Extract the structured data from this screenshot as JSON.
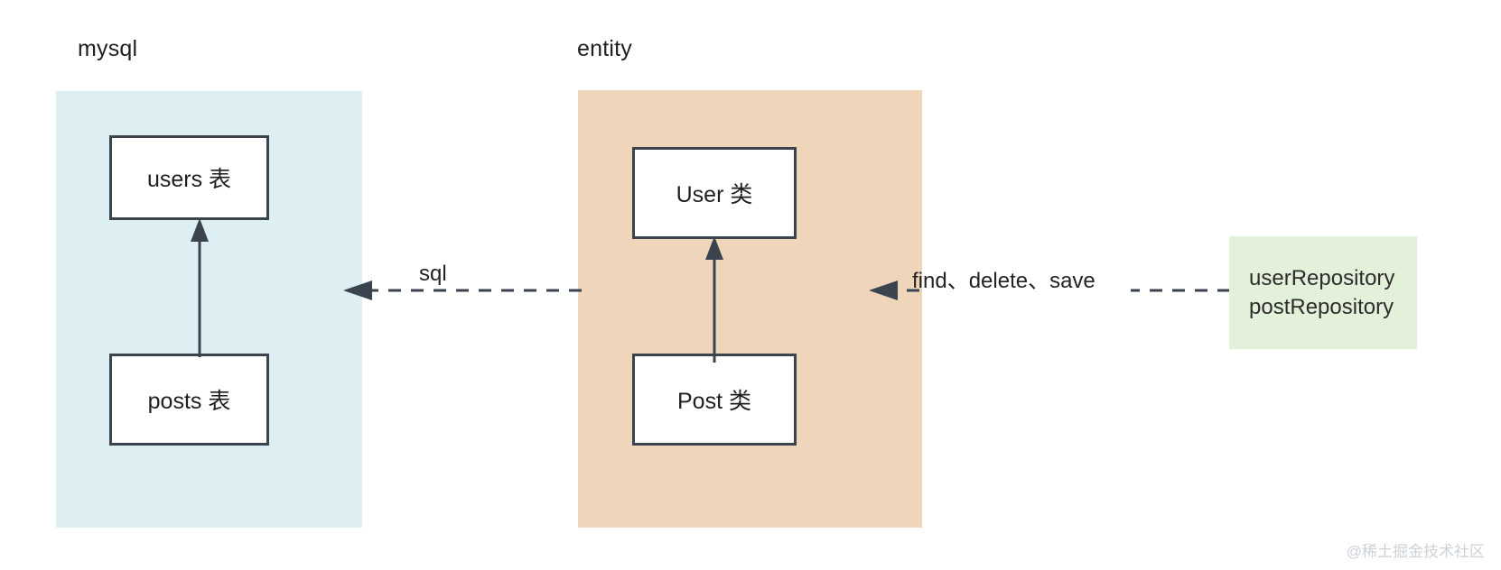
{
  "diagram": {
    "title_watermark": "@稀土掘金技术社区",
    "groups": [
      {
        "id": "mysql",
        "label": "mysql",
        "color": "#ddeff3",
        "nodes": [
          {
            "id": "users-table",
            "label": "users 表"
          },
          {
            "id": "posts-table",
            "label": "posts 表"
          }
        ]
      },
      {
        "id": "entity",
        "label": "entity",
        "color": "#efd6bb",
        "nodes": [
          {
            "id": "user-class",
            "label": "User 类"
          },
          {
            "id": "post-class",
            "label": "Post 类"
          }
        ]
      }
    ],
    "repository": {
      "color": "#e4f1da",
      "lines": [
        "userRepository",
        "postRepository"
      ]
    },
    "edges": [
      {
        "id": "sql-edge",
        "label": "sql",
        "style": "dashed",
        "direction": "left",
        "from": "entity",
        "to": "mysql"
      },
      {
        "id": "crud-edge",
        "label": "find、delete、save",
        "style": "dashed",
        "direction": "left",
        "from": "repository",
        "to": "entity"
      },
      {
        "id": "posts-to-users",
        "label": "",
        "style": "solid",
        "direction": "up",
        "from": "posts-table",
        "to": "users-table"
      },
      {
        "id": "post-to-user",
        "label": "",
        "style": "solid",
        "direction": "up",
        "from": "post-class",
        "to": "user-class"
      }
    ],
    "stroke_color": "#3b434f"
  }
}
